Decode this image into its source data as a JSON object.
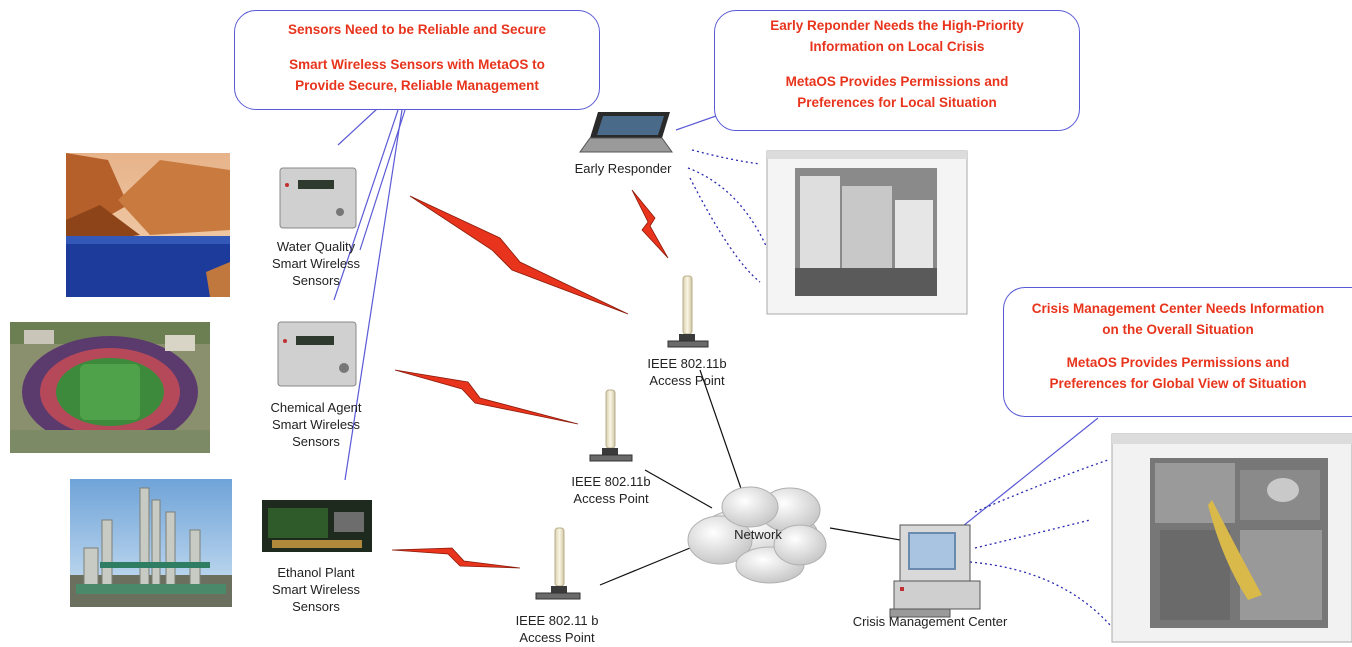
{
  "callouts": {
    "sensors": {
      "line1": "Sensors Need to be Reliable and Secure",
      "line2": "Smart Wireless Sensors with MetaOS to",
      "line3": "Provide Secure, Reliable Management"
    },
    "responder": {
      "line1": "Early Reponder Needs the High-Priority",
      "line2": "Information on Local Crisis",
      "line3": "MetaOS Provides Permissions  and",
      "line4": "Preferences for Local Situation"
    },
    "crisis": {
      "line1": "Crisis Management Center Needs Information",
      "line2": "on the Overall Situation",
      "line3": "MetaOS Provides Permissions  and",
      "line4": "Preferences for Global View of Situation"
    }
  },
  "labels": {
    "early_responder": "Early Responder",
    "water": [
      "Water Quality",
      "Smart Wireless",
      "Sensors"
    ],
    "chemical": [
      "Chemical Agent",
      "Smart Wireless",
      "Sensors"
    ],
    "ethanol": [
      "Ethanol Plant",
      "Smart Wireless",
      "Sensors"
    ],
    "ap1": [
      "IEEE 802.11b",
      "Access Point"
    ],
    "ap2": [
      "IEEE 802.11b",
      "Access Point"
    ],
    "ap3": [
      "IEEE 802.11 b",
      "Access Point"
    ],
    "network": "Network",
    "crisis_center": "Crisis Management Center"
  },
  "colors": {
    "callout_text": "#e8341c",
    "callout_border": "#5a5ad6",
    "lightning": "#e8341c",
    "dotted": "#2a2ab0"
  }
}
